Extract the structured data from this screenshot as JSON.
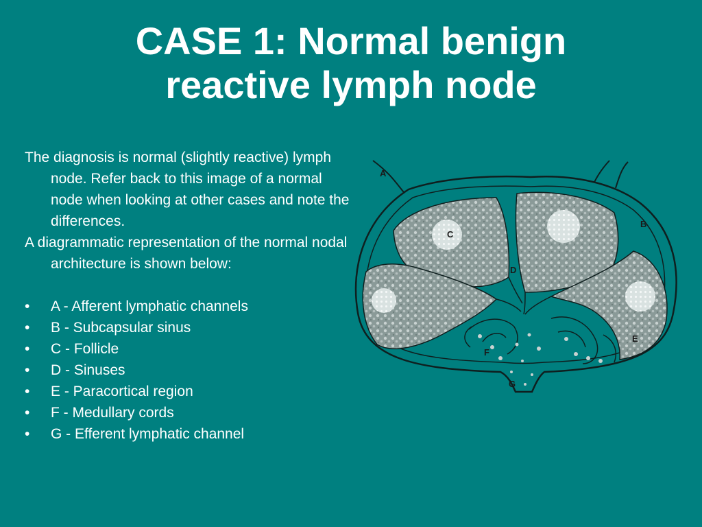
{
  "title": {
    "line1": "CASE 1: Normal benign",
    "line2": "reactive lymph node"
  },
  "body": {
    "paragraphs": [
      "The diagnosis is normal (slightly reactive) lymph node. Refer back to this image of a normal node when looking at other cases and note the differences.",
      "A diagrammatic representation of the normal nodal architecture is shown below:"
    ],
    "bullets": [
      "A - Afferent lymphatic channels",
      "B - Subcapsular sinus",
      "C - Follicle",
      "D - Sinuses",
      "E - Paracortical region",
      "F - Medullary cords",
      "G - Efferent lymphatic channel"
    ]
  },
  "diagram": {
    "labels": {
      "a": "A",
      "b": "B",
      "c": "C",
      "d": "D",
      "e": "E",
      "f": "F",
      "g": "G"
    },
    "colors": {
      "capsule": "#0f1f1f",
      "tissue": "#8a9a98",
      "cell": "#c9d2d1",
      "sinus": "#007f7f",
      "follicle": "#e6ecec"
    }
  }
}
